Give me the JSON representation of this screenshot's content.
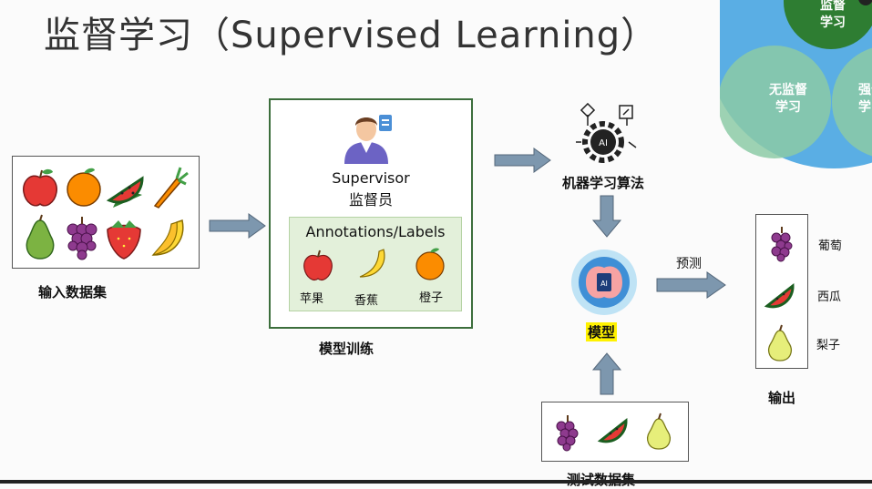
{
  "title": "监督学习（Supervised Learning）",
  "input": {
    "label": "输入数据集",
    "fruits": [
      "apple",
      "orange",
      "watermelon",
      "carrot",
      "pear",
      "grapes",
      "strawberry",
      "banana"
    ]
  },
  "supervisor": {
    "name_en": "Supervisor",
    "name_cn": "监督员"
  },
  "annotations": {
    "header": "Annotations/Labels",
    "items": [
      {
        "icon": "apple-icon",
        "label": "苹果"
      },
      {
        "icon": "banana-icon",
        "label": "香蕉"
      },
      {
        "icon": "orange-icon",
        "label": "橙子"
      }
    ]
  },
  "training_label": "模型训练",
  "algorithm_label": "机器学习算法",
  "model_label": "模型",
  "model_chip": "AI",
  "algo_chip": "AI",
  "predict_label": "预测",
  "test_label": "测试数据集",
  "output": {
    "label": "输出",
    "items": [
      {
        "icon": "grapes-icon",
        "label": "葡萄"
      },
      {
        "icon": "watermelon-icon",
        "label": "西瓜"
      },
      {
        "icon": "pear-icon",
        "label": "梨子"
      }
    ]
  },
  "venn": {
    "supervised": "监督\n学习",
    "unsupervised": "无监督\n学习",
    "reinforcement": "强化\n学习"
  },
  "colors": {
    "arrow": "#7d97ae",
    "box_border": "#3c6e3c",
    "annotation_bg": "#e3f0da",
    "venn_blue": "#5aaee4",
    "venn_green": "#2e7d32",
    "venn_light": "#8ccaa6"
  }
}
